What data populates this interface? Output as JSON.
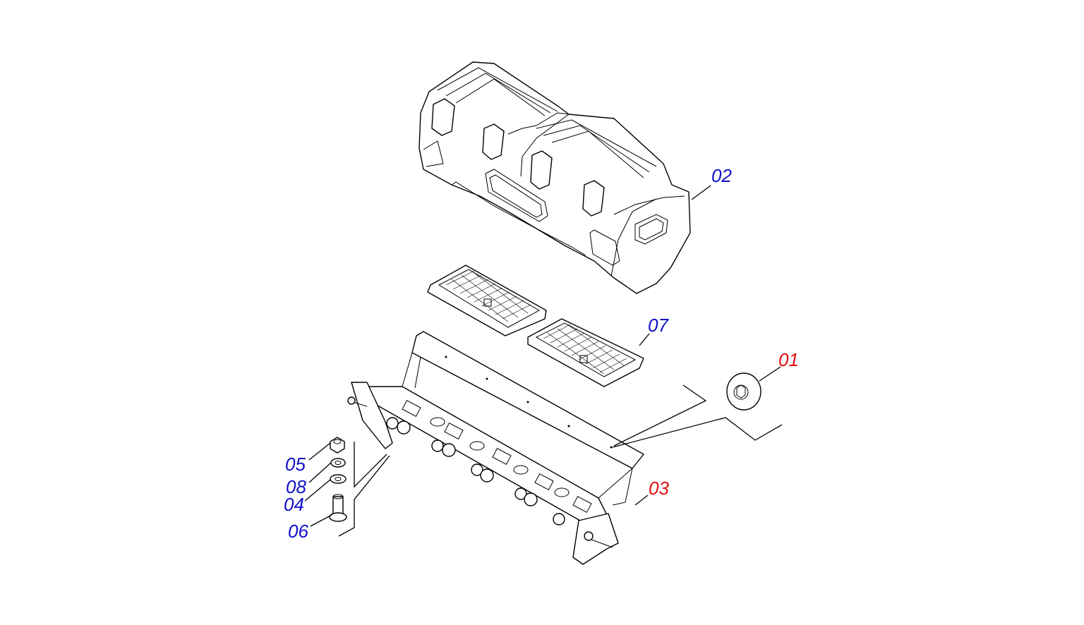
{
  "colors": {
    "label_blue": "#1010c8",
    "label_red": "#e01010",
    "line": "#000000"
  },
  "labels": {
    "p01": {
      "text": "01",
      "color": "red"
    },
    "p02": {
      "text": "02",
      "color": "blue"
    },
    "p03": {
      "text": "03",
      "color": "red"
    },
    "p04": {
      "text": "04",
      "color": "blue"
    },
    "p05": {
      "text": "05",
      "color": "blue"
    },
    "p06": {
      "text": "06",
      "color": "blue"
    },
    "p07": {
      "text": "07",
      "color": "blue"
    },
    "p08": {
      "text": "08",
      "color": "blue"
    }
  }
}
